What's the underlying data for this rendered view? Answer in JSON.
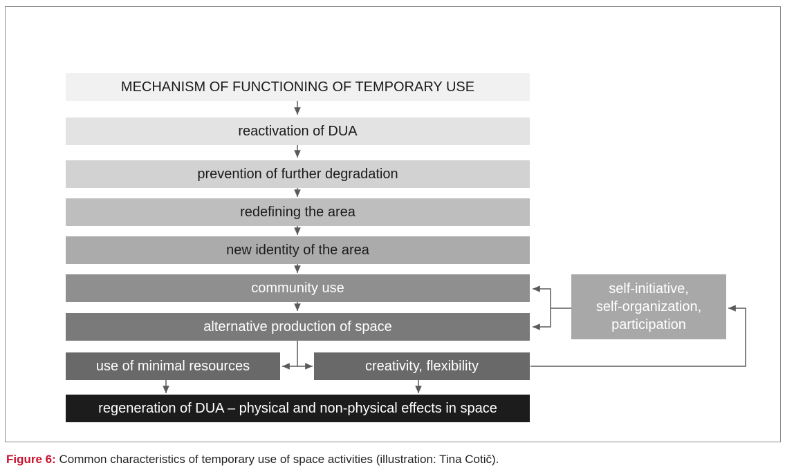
{
  "diagram": {
    "title": "MECHANISM OF FUNCTIONING OF TEMPORARY USE",
    "steps": [
      "reactivation of DUA",
      "prevention of further degradation",
      "redefining the area",
      "new identity of the area",
      "community use",
      "alternative production of space"
    ],
    "left_branch": "use of minimal resources",
    "right_branch": "creativity, flexibility",
    "side_box": [
      "self-initiative,",
      "self-organization,",
      "participation"
    ],
    "result": "regeneration of DUA – physical and non-physical effects in space"
  },
  "caption": {
    "label": "Figure 6:",
    "text": " Common characteristics of temporary use of space activities (illustration: Tina Cotič)."
  }
}
